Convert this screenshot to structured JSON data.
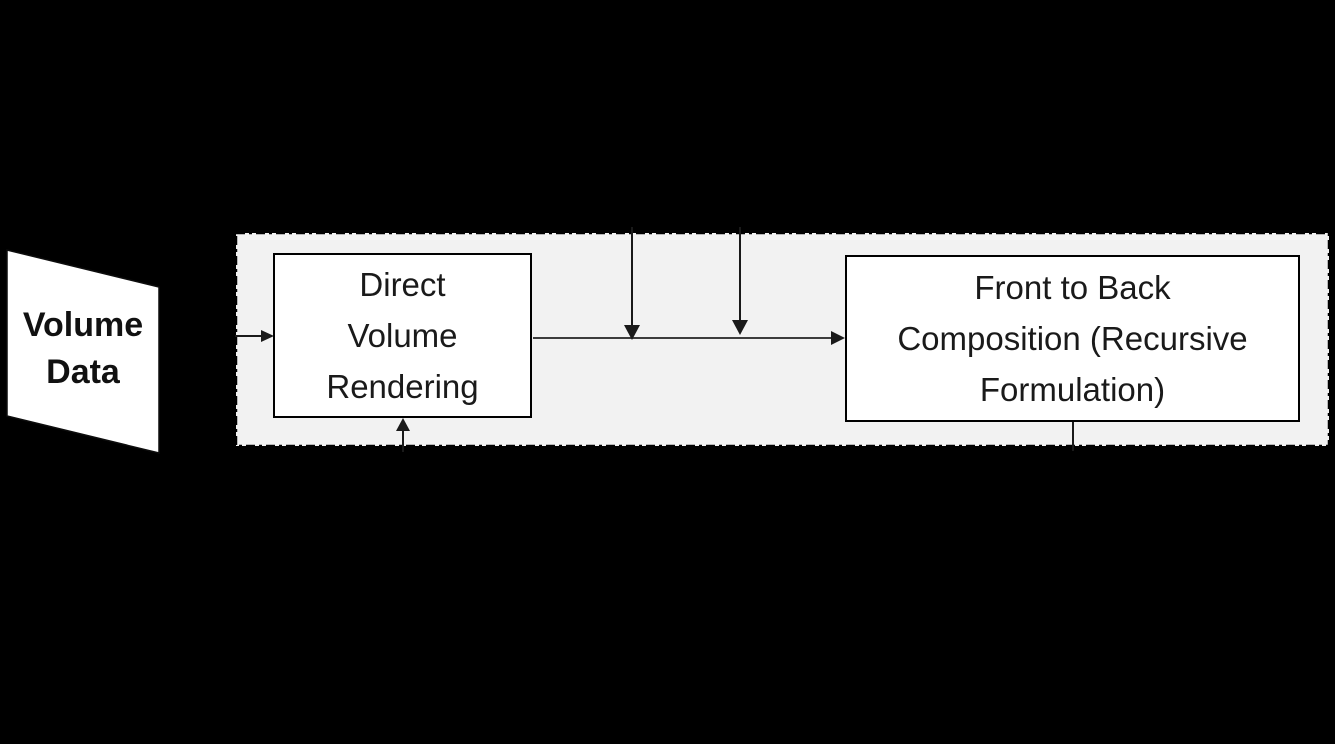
{
  "diagram": {
    "title": "Direct volume rendering pipeline diagram",
    "nodes": {
      "volume_data": {
        "shape": "parallelogram",
        "lines": {
          "0": "Volume",
          "1": "Data"
        }
      },
      "direct_volume_rendering": {
        "shape": "rectangle",
        "lines": {
          "0": "Direct",
          "1": "Volume",
          "2": "Rendering"
        }
      },
      "front_to_back_composition": {
        "shape": "rectangle",
        "lines": {
          "0": "Front to Back",
          "1": "Composition (Recursive",
          "2": "Formulation)"
        }
      }
    },
    "container": {
      "style": "dash-dot-border",
      "fill": "#f2f2f2",
      "border_color": "#000000"
    },
    "edges": [
      {
        "name": "into-direct-volume-rendering",
        "type": "arrow-right"
      },
      {
        "name": "direct-volume-rendering-to-front-to-back",
        "type": "arrow-right"
      },
      {
        "name": "top-input-arrow-1",
        "type": "arrow-down"
      },
      {
        "name": "top-input-arrow-2",
        "type": "arrow-down"
      },
      {
        "name": "bottom-input-arrow",
        "type": "arrow-up"
      },
      {
        "name": "front-to-back-output-line",
        "type": "line-down"
      }
    ],
    "colors": {
      "canvas_background": "#000000",
      "container_fill": "#f2f2f2",
      "shape_fill": "#ffffff",
      "shape_border": "#000000",
      "text": "#1a1a1a",
      "connector": "#3d3d3d"
    }
  }
}
